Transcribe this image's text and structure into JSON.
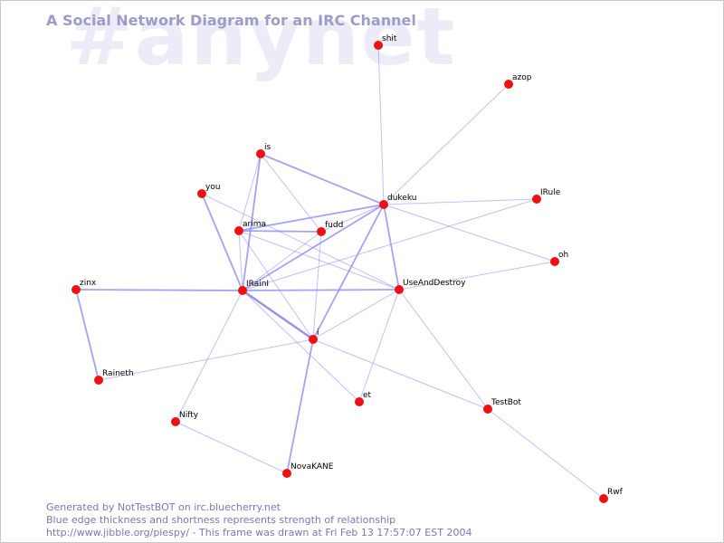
{
  "watermark": "#anynet",
  "title": "A Social Network Diagram for an IRC Channel",
  "footer": {
    "line1": "Generated by NotTestBOT on irc.bluecherry.net",
    "line2": "Blue edge thickness and shortness represents strength of relationship",
    "line3": "http://www.jibble.org/piespy/ - This frame was drawn at Fri Feb 13 17:57:07 EST 2004"
  },
  "colors": {
    "node": "#ee1111",
    "edge": "#8c8cf0",
    "title": "#9c9cc8",
    "footer": "#7878b4",
    "watermark": "#ececf8"
  },
  "graph": {
    "nodes": [
      {
        "id": "shit",
        "label": "shit"
      },
      {
        "id": "azop",
        "label": "azop"
      },
      {
        "id": "is",
        "label": "is"
      },
      {
        "id": "you",
        "label": "you"
      },
      {
        "id": "dukeku",
        "label": "dukeku"
      },
      {
        "id": "IRule",
        "label": "IRule"
      },
      {
        "id": "arima",
        "label": "arima"
      },
      {
        "id": "fudd",
        "label": "fudd"
      },
      {
        "id": "oh",
        "label": "oh"
      },
      {
        "id": "zinx",
        "label": "zinx"
      },
      {
        "id": "IRainI",
        "label": "IRainI"
      },
      {
        "id": "UseAndDestroy",
        "label": "UseAndDestroy"
      },
      {
        "id": "i",
        "label": "i"
      },
      {
        "id": "Raineth",
        "label": "Raineth"
      },
      {
        "id": "et",
        "label": "et"
      },
      {
        "id": "TestBot",
        "label": "TestBot"
      },
      {
        "id": "Nifty",
        "label": "Nifty"
      },
      {
        "id": "NovaKANE",
        "label": "NovaKANE"
      },
      {
        "id": "Rwf",
        "label": "Rwf"
      }
    ],
    "edges": [
      {
        "source": "shit",
        "target": "dukeku",
        "weight": 1
      },
      {
        "source": "azop",
        "target": "dukeku",
        "weight": 1
      },
      {
        "source": "is",
        "target": "dukeku",
        "weight": 2
      },
      {
        "source": "is",
        "target": "fudd",
        "weight": 1
      },
      {
        "source": "is",
        "target": "IRainI",
        "weight": 2
      },
      {
        "source": "is",
        "target": "arima",
        "weight": 1
      },
      {
        "source": "you",
        "target": "IRainI",
        "weight": 2
      },
      {
        "source": "you",
        "target": "UseAndDestroy",
        "weight": 1
      },
      {
        "source": "dukeku",
        "target": "IRule",
        "weight": 1
      },
      {
        "source": "dukeku",
        "target": "oh",
        "weight": 1
      },
      {
        "source": "dukeku",
        "target": "arima",
        "weight": 2
      },
      {
        "source": "dukeku",
        "target": "fudd",
        "weight": 1
      },
      {
        "source": "dukeku",
        "target": "IRainI",
        "weight": 2
      },
      {
        "source": "dukeku",
        "target": "UseAndDestroy",
        "weight": 2
      },
      {
        "source": "dukeku",
        "target": "i",
        "weight": 2
      },
      {
        "source": "arima",
        "target": "fudd",
        "weight": 2
      },
      {
        "source": "arima",
        "target": "IRainI",
        "weight": 1
      },
      {
        "source": "arima",
        "target": "UseAndDestroy",
        "weight": 1
      },
      {
        "source": "arima",
        "target": "i",
        "weight": 1
      },
      {
        "source": "fudd",
        "target": "IRainI",
        "weight": 1
      },
      {
        "source": "fudd",
        "target": "i",
        "weight": 1
      },
      {
        "source": "IRule",
        "target": "IRainI",
        "weight": 1
      },
      {
        "source": "oh",
        "target": "UseAndDestroy",
        "weight": 1
      },
      {
        "source": "zinx",
        "target": "IRainI",
        "weight": 2
      },
      {
        "source": "zinx",
        "target": "Raineth",
        "weight": 2
      },
      {
        "source": "IRainI",
        "target": "UseAndDestroy",
        "weight": 2
      },
      {
        "source": "IRainI",
        "target": "i",
        "weight": 3
      },
      {
        "source": "IRainI",
        "target": "Nifty",
        "weight": 1
      },
      {
        "source": "IRainI",
        "target": "et",
        "weight": 1
      },
      {
        "source": "UseAndDestroy",
        "target": "i",
        "weight": 1
      },
      {
        "source": "UseAndDestroy",
        "target": "et",
        "weight": 1
      },
      {
        "source": "UseAndDestroy",
        "target": "TestBot",
        "weight": 1
      },
      {
        "source": "i",
        "target": "Raineth",
        "weight": 1
      },
      {
        "source": "i",
        "target": "NovaKANE",
        "weight": 2
      },
      {
        "source": "i",
        "target": "TestBot",
        "weight": 1
      },
      {
        "source": "Nifty",
        "target": "NovaKANE",
        "weight": 1
      },
      {
        "source": "TestBot",
        "target": "Rwf",
        "weight": 1
      }
    ]
  }
}
